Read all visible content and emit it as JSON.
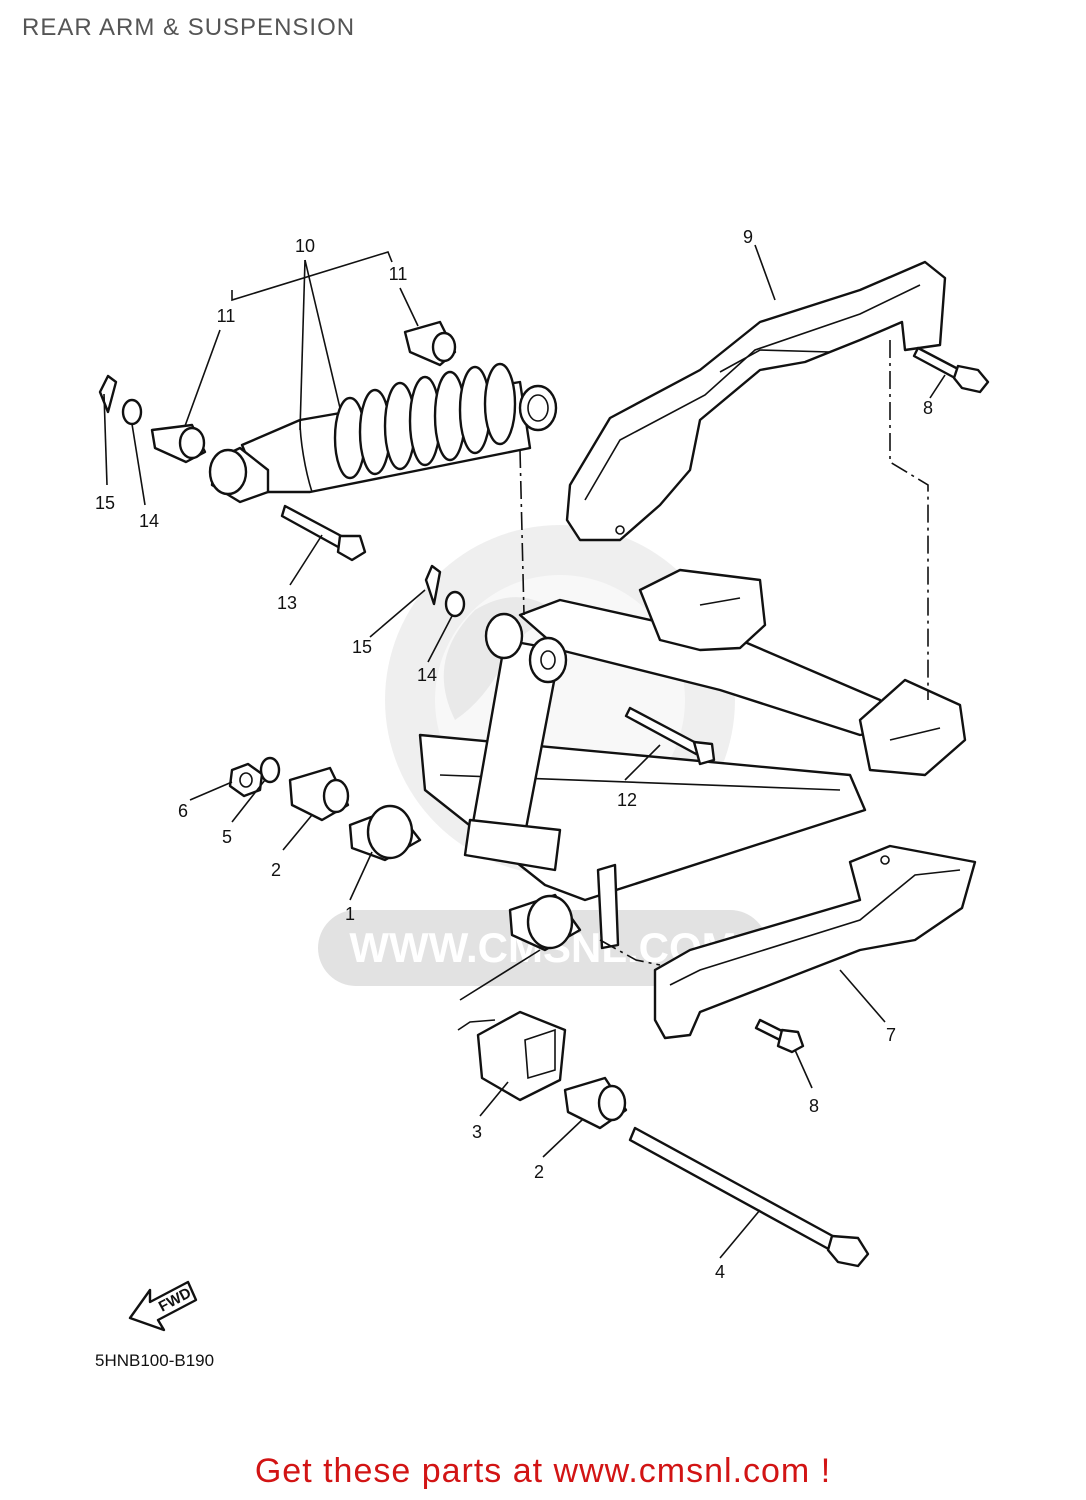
{
  "header": {
    "title": "REAR ARM & SUSPENSION"
  },
  "diagram": {
    "watermark_text": "WWW.CMSNL.COM",
    "fwd_label": "FWD",
    "part_code": "5HNB100-B190",
    "callouts": {
      "c1": "1",
      "c2a": "2",
      "c2b": "2",
      "c3": "3",
      "c4": "4",
      "c5": "5",
      "c6": "6",
      "c7": "7",
      "c8a": "8",
      "c8b": "8",
      "c9": "9",
      "c10": "10",
      "c11a": "11",
      "c11b": "11",
      "c12": "12",
      "c13": "13",
      "c14a": "14",
      "c14b": "14",
      "c15a": "15",
      "c15b": "15"
    }
  },
  "footer": {
    "cta": "Get these parts at www.cmsnl.com !"
  },
  "colors": {
    "cta": "#d21414",
    "title": "#555555",
    "line": "#111111",
    "watermark": "#e2e2e2"
  }
}
